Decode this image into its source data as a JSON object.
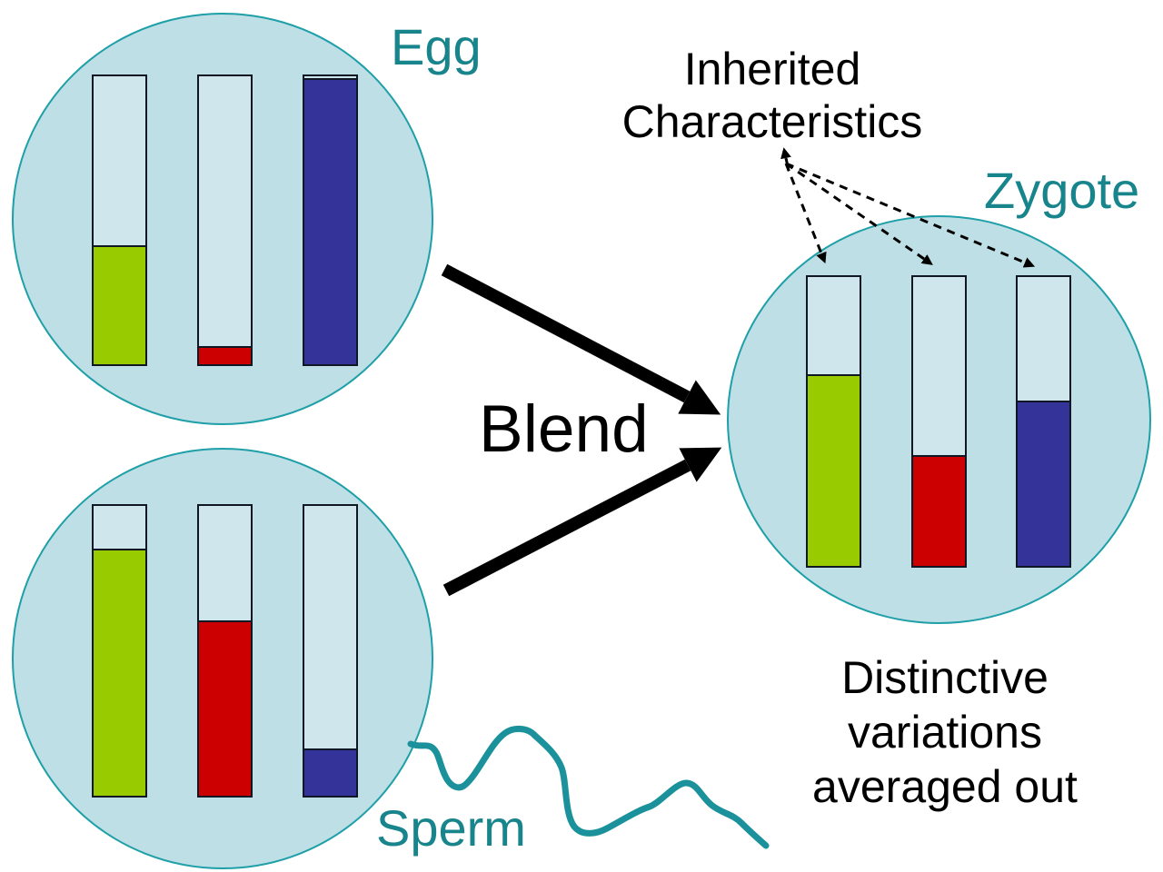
{
  "cells": [
    {
      "key": "egg",
      "label": "Egg"
    },
    {
      "key": "sperm",
      "label": "Sperm"
    },
    {
      "key": "zygote",
      "label": "Zygote"
    }
  ],
  "annotations": {
    "inherited_line1": "Inherited",
    "inherited_line2": "Characteristics",
    "blend": "Blend",
    "caption_line1": "Distinctive",
    "caption_line2": "variations",
    "caption_line3": "averaged out"
  },
  "colors": {
    "cell_fill": "#bddfe5",
    "cell_stroke": "#1f9fa8",
    "bar_empty": "#cfe7ec",
    "bar_stroke": "#0f1724",
    "label_teal": "#17858b",
    "text_black": "#000000",
    "arrow_black": "#000000",
    "tail_teal": "#1b929b"
  },
  "chart_data": {
    "type": "bar",
    "description": "Blending inheritance: trait levels carried by egg and sperm are averaged out in the zygote",
    "categories": [
      "green trait",
      "red trait",
      "blue trait"
    ],
    "bar_colors": [
      "#99cc00",
      "#cc0000",
      "#333399"
    ],
    "series": [
      {
        "key": "egg",
        "name": "Egg",
        "values_percent": [
          42,
          7,
          100
        ]
      },
      {
        "key": "sperm",
        "name": "Sperm",
        "values_percent": [
          86,
          61,
          17
        ]
      },
      {
        "key": "zygote",
        "name": "Zygote",
        "values_percent": [
          67,
          39,
          58
        ]
      }
    ],
    "note": "Zygote trait levels are the blend (average) of egg and sperm levels"
  }
}
